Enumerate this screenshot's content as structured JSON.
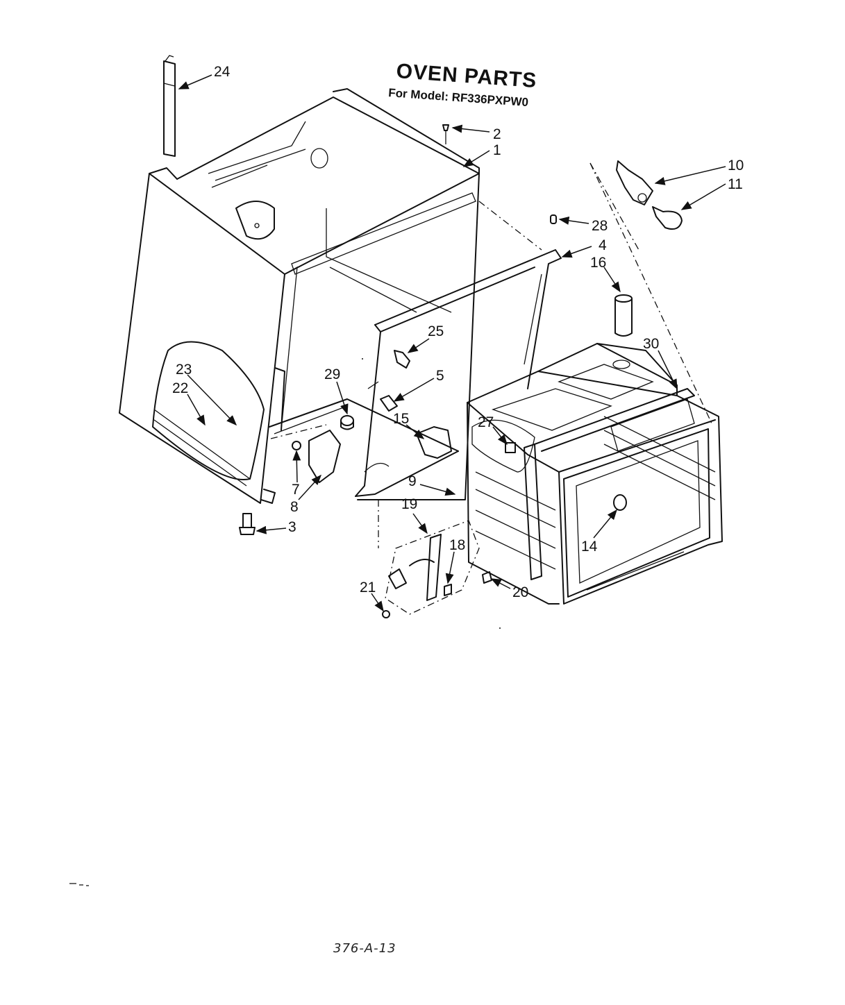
{
  "header": {
    "title": "OVEN PARTS",
    "subtitle": "For Model: RF336PXPW0"
  },
  "footer": {
    "code": "376-A-13"
  },
  "callouts": [
    {
      "id": "c24",
      "label": "24"
    },
    {
      "id": "c2",
      "label": "2"
    },
    {
      "id": "c1",
      "label": "1"
    },
    {
      "id": "c10",
      "label": "10"
    },
    {
      "id": "c11",
      "label": "11"
    },
    {
      "id": "c28",
      "label": "28"
    },
    {
      "id": "c4",
      "label": "4"
    },
    {
      "id": "c16",
      "label": "16"
    },
    {
      "id": "c30",
      "label": "30"
    },
    {
      "id": "c25",
      "label": "25"
    },
    {
      "id": "c23",
      "label": "23"
    },
    {
      "id": "c22",
      "label": "22"
    },
    {
      "id": "c29",
      "label": "29"
    },
    {
      "id": "c5",
      "label": "5"
    },
    {
      "id": "c15",
      "label": "15"
    },
    {
      "id": "c27",
      "label": "27"
    },
    {
      "id": "c7",
      "label": "7"
    },
    {
      "id": "c8",
      "label": "8"
    },
    {
      "id": "c9",
      "label": "9"
    },
    {
      "id": "c19",
      "label": "19"
    },
    {
      "id": "c18",
      "label": "18"
    },
    {
      "id": "c14",
      "label": "14"
    },
    {
      "id": "c3",
      "label": "3"
    },
    {
      "id": "c21",
      "label": "21"
    },
    {
      "id": "c20",
      "label": "20"
    }
  ]
}
